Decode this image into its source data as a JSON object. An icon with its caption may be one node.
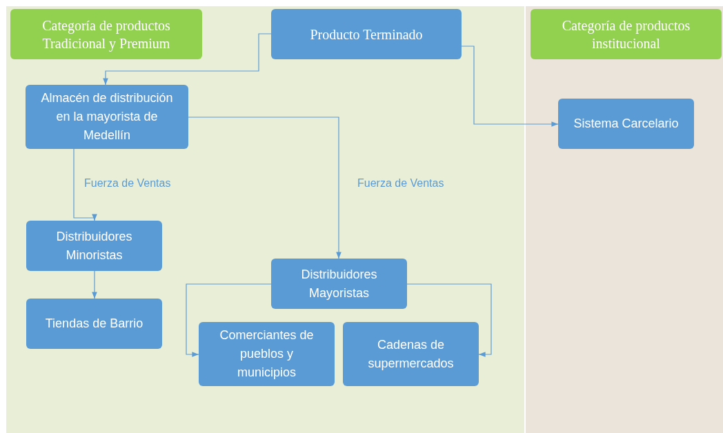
{
  "diagram": {
    "nodes": [
      {
        "text": [],
        "shape": "box"
      },
      {
        "text": [],
        "shape": "box"
      },
      {
        "text": [
          "Categoría de productos Tradicional y Premium"
        ],
        "in": 0
      },
      {
        "text": [
          "Producto Terminado"
        ],
        "in": 0
      },
      {
        "text": [
          "Categoría de productos institucional"
        ],
        "in": 1
      },
      {
        "text": [
          "Almacén de distribución en la mayorista de Medellín"
        ],
        "in": 0
      },
      {
        "text": [
          "Sistema Carcelario"
        ],
        "in": 1
      },
      {
        "text": [
          "Distribuidores Minoristas"
        ],
        "in": 0
      },
      {
        "text": [
          "Distribuidores Mayoristas"
        ],
        "in": 0
      },
      {
        "text": [
          "Tiendas de Barrio"
        ],
        "in": 0
      },
      {
        "text": [
          "Comerciantes de pueblos y municipios"
        ],
        "in": 0
      },
      {
        "text": [
          "Cadenas de supermercados"
        ],
        "in": 0
      }
    ],
    "edges": [
      {
        "from": 3,
        "to": 5,
        "arrow": "to"
      },
      {
        "from": 3,
        "to": 6,
        "arrow": "to"
      },
      {
        "from": 5,
        "to": 7,
        "arrow": "to",
        "label": "Fuerza de Ventas"
      },
      {
        "from": 5,
        "to": 8,
        "arrow": "to",
        "label": "Fuerza de Ventas"
      },
      {
        "from": 7,
        "to": 9,
        "arrow": "to"
      },
      {
        "from": 8,
        "to": 10,
        "arrow": "to"
      },
      {
        "from": 8,
        "to": 11,
        "arrow": "to"
      }
    ]
  }
}
